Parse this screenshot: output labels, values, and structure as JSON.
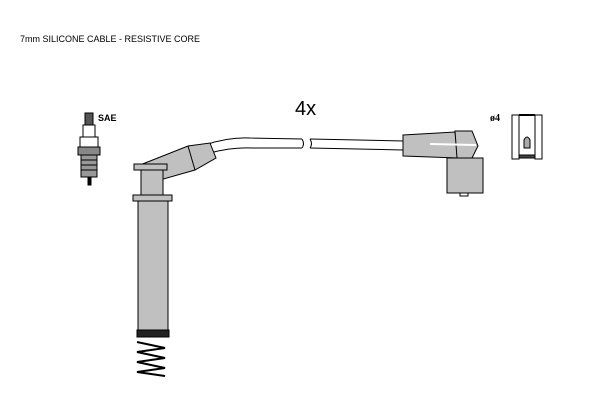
{
  "title": "7mm SILICONE CABLE - RESISTIVE CORE",
  "quantity": "4x",
  "plug_label": "SAE",
  "terminal_label": "ø4",
  "colors": {
    "part_fill": "#c0c0c0",
    "outline": "#000000"
  }
}
